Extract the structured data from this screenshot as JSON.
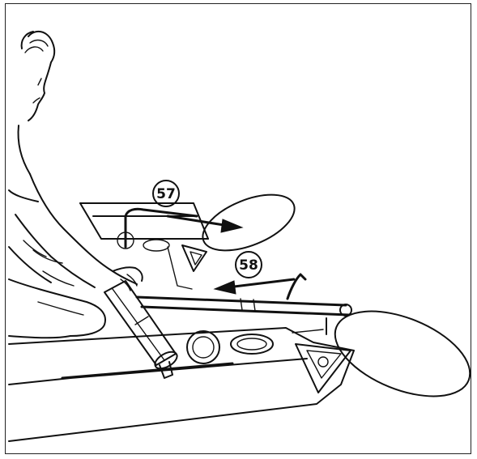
{
  "figure": {
    "callouts": [
      {
        "id": "57",
        "label": "57"
      },
      {
        "id": "58",
        "label": "58"
      }
    ]
  }
}
